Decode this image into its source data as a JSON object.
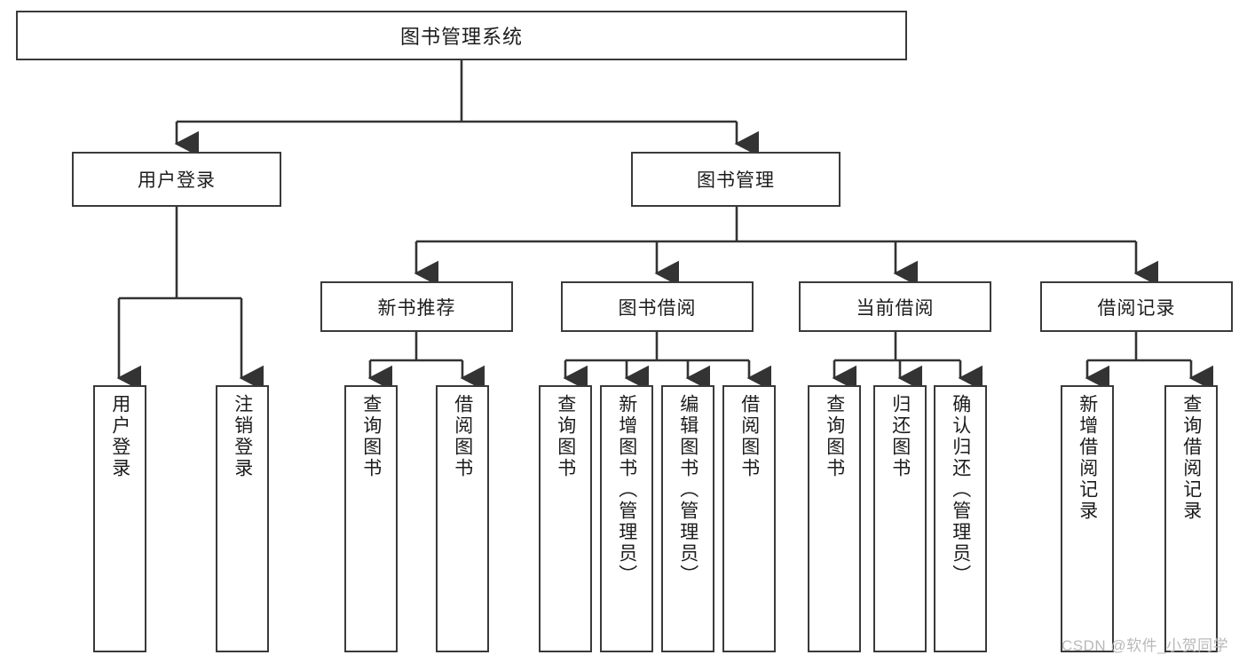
{
  "diagram": {
    "type": "tree-hierarchy-diagram",
    "title": "图书管理系统",
    "watermark": "CSDN @软件_小贺同学",
    "colors": {
      "box_border": "#3a3a3a",
      "box_fill": "#ffffff",
      "connector": "#333333",
      "text": "#1c1c1c",
      "watermark": "#b9b9b9",
      "background": "#ffffff"
    },
    "root": {
      "label": "图书管理系统"
    },
    "level2": [
      {
        "label": "用户登录"
      },
      {
        "label": "图书管理"
      }
    ],
    "level3": [
      {
        "label": "新书推荐"
      },
      {
        "label": "图书借阅"
      },
      {
        "label": "当前借阅"
      },
      {
        "label": "借阅记录"
      }
    ],
    "leaves": {
      "user_login": [
        {
          "label": "用户登录"
        },
        {
          "label": "注销登录"
        }
      ],
      "new_book_recommend": [
        {
          "label": "查询图书"
        },
        {
          "label": "借阅图书"
        }
      ],
      "book_borrow": [
        {
          "label": "查询图书"
        },
        {
          "label": "新增图书（管理员）"
        },
        {
          "label": "编辑图书（管理员）"
        },
        {
          "label": "借阅图书"
        }
      ],
      "current_borrow": [
        {
          "label": "查询图书"
        },
        {
          "label": "归还图书"
        },
        {
          "label": "确认归还（管理员）"
        }
      ],
      "borrow_records": [
        {
          "label": "新增借阅记录"
        },
        {
          "label": "查询借阅记录"
        }
      ]
    }
  }
}
